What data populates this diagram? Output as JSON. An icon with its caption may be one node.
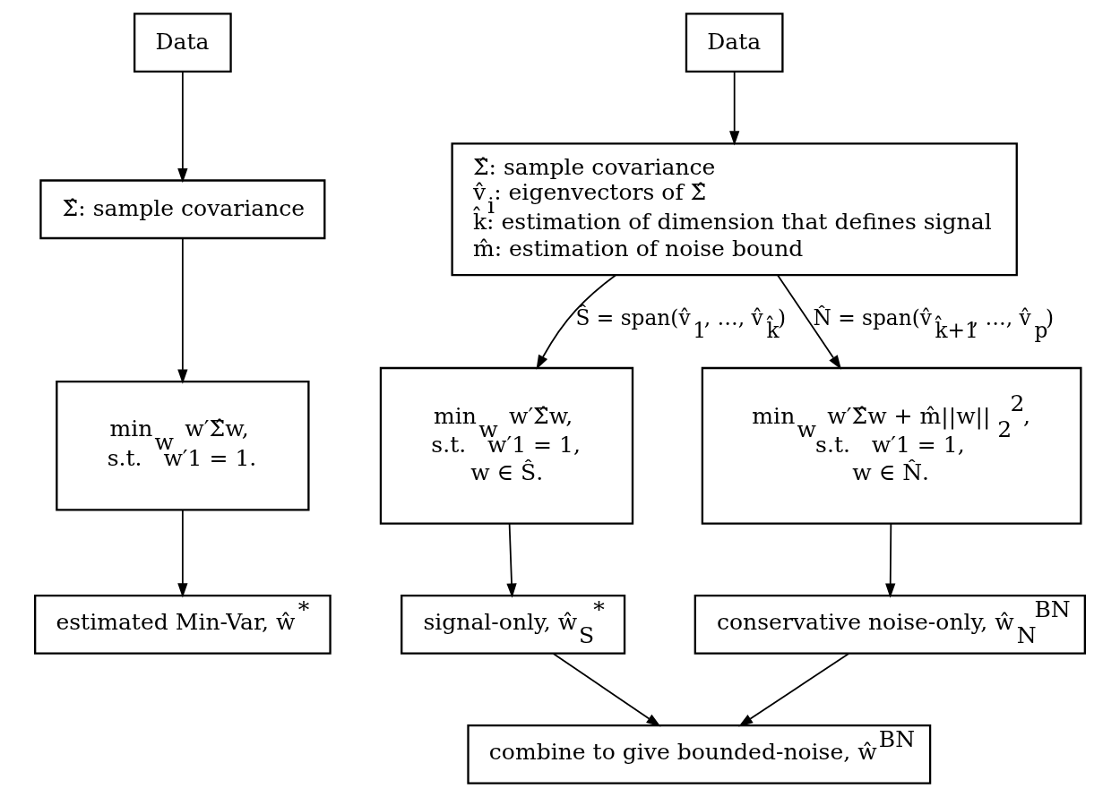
{
  "diagram": {
    "nodes": [
      {
        "text": [
          "Data"
        ]
      },
      {
        "text": [
          "Σ̂: sample covariance"
        ]
      },
      {
        "text": [
          "min$_{w}$   w′Σ̂w,",
          "s.t.   w′1 = 1."
        ]
      },
      {
        "text": [
          "estimated Min-Var, ŵ$^{*}$"
        ]
      },
      {
        "text": [
          "Data"
        ]
      },
      {
        "text": [
          "Σ̂: sample covariance",
          "v̂$_{i}$: eigenvectors of Σ̂",
          "k̂: estimation of dimension that defines signal",
          "m̂: estimation of noise bound"
        ]
      },
      {
        "text": [
          "min$_{w}$   w′Σ̂w,",
          "s.t.   w′1 = 1,",
          "w ∈ Ŝ."
        ]
      },
      {
        "text": [
          "min$_{w}$   w′Σ̂w + m̂||w||$_{2}$$^{2}$,",
          "s.t.   w′1 = 1,",
          "w ∈ N̂."
        ]
      },
      {
        "text": [
          "signal-only, ŵ$_{S}$$^{*}$"
        ]
      },
      {
        "text": [
          "conservative noise-only, ŵ$_{N}$$^{BN}$"
        ]
      },
      {
        "text": [
          "combine to give bounded-noise, ŵ$^{BN}$"
        ]
      }
    ],
    "edges": [
      {
        "from": 0,
        "to": 1,
        "arrow": "to"
      },
      {
        "from": 1,
        "to": 2,
        "arrow": "to"
      },
      {
        "from": 2,
        "to": 3,
        "arrow": "to"
      },
      {
        "from": 4,
        "to": 5,
        "arrow": "to"
      },
      {
        "from": 5,
        "to": 6,
        "arrow": "to",
        "label": "Ŝ = span(v̂$_{1}$, …, v̂$_{k̂}$)"
      },
      {
        "from": 5,
        "to": 7,
        "arrow": "to",
        "label": "N̂ = span(v̂$_{k̂+1}$, …, v̂$_{p}$)"
      },
      {
        "from": 6,
        "to": 8,
        "arrow": "to"
      },
      {
        "from": 7,
        "to": 9,
        "arrow": "to"
      },
      {
        "from": 8,
        "to": 10,
        "arrow": "to"
      },
      {
        "from": 9,
        "to": 10,
        "arrow": "to"
      }
    ]
  }
}
